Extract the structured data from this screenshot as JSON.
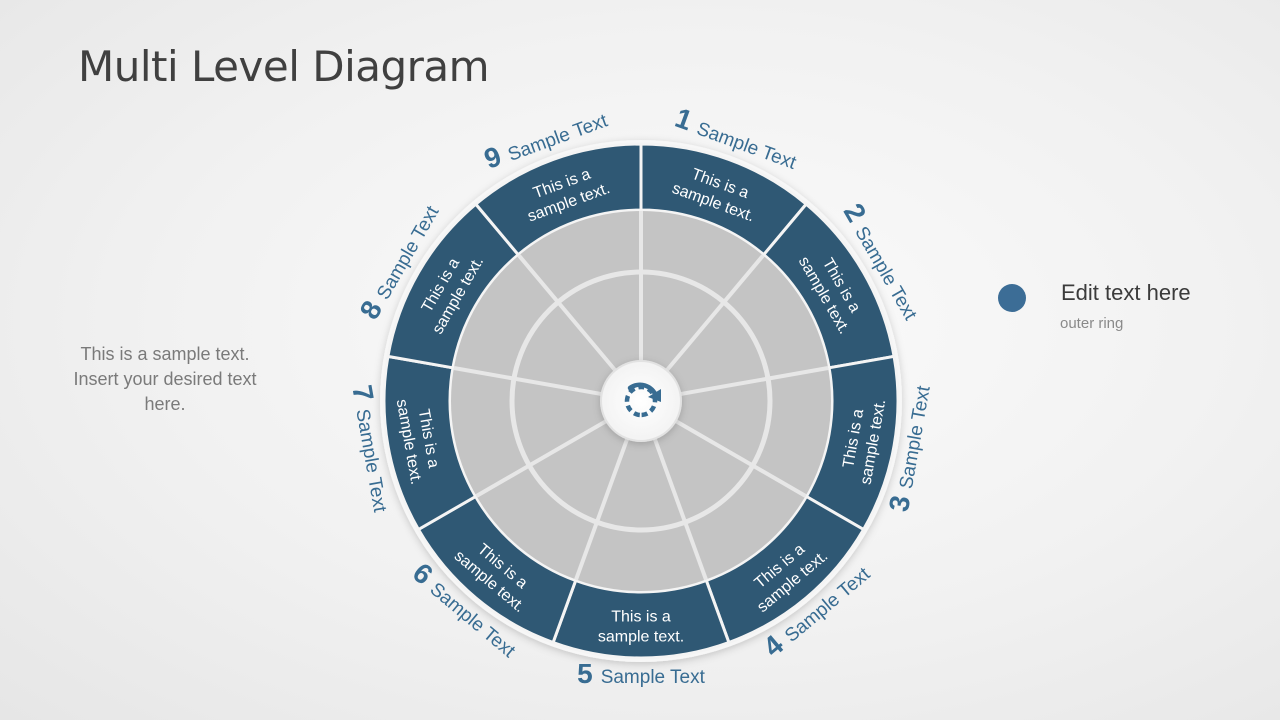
{
  "title": "Multi Level Diagram",
  "side_text": {
    "line1": "This is a sample  text.",
    "line2": "Insert your desired text",
    "line3": "here."
  },
  "legend": {
    "title": "Edit text here",
    "subtitle": "outer ring"
  },
  "center_icon": "refresh-icon",
  "colors": {
    "outer_ring": "#2f5874",
    "label": "#386c92",
    "inner_fill": "#c4c4c4",
    "divider": "#e7e7e7",
    "legend_dot": "#3c6d96"
  },
  "segments": [
    {
      "number": "1",
      "label": "Sample Text",
      "line1": "This is a",
      "line2": "sample text."
    },
    {
      "number": "2",
      "label": "Sample Text",
      "line1": "This is a",
      "line2": "sample text."
    },
    {
      "number": "3",
      "label": "Sample Text",
      "line1": "This is a",
      "line2": "sample text."
    },
    {
      "number": "4",
      "label": "Sample Text",
      "line1": "This is a",
      "line2": "sample text."
    },
    {
      "number": "5",
      "label": "Sample Text",
      "line1": "This is a",
      "line2": "sample text."
    },
    {
      "number": "6",
      "label": "Sample Text",
      "line1": "This is a",
      "line2": "sample text."
    },
    {
      "number": "7",
      "label": "Sample Text",
      "line1": "This is a",
      "line2": "sample text."
    },
    {
      "number": "8",
      "label": "Sample Text",
      "line1": "This is a",
      "line2": "sample text."
    },
    {
      "number": "9",
      "label": "Sample Text",
      "line1": "This is a",
      "line2": "sample text."
    }
  ]
}
